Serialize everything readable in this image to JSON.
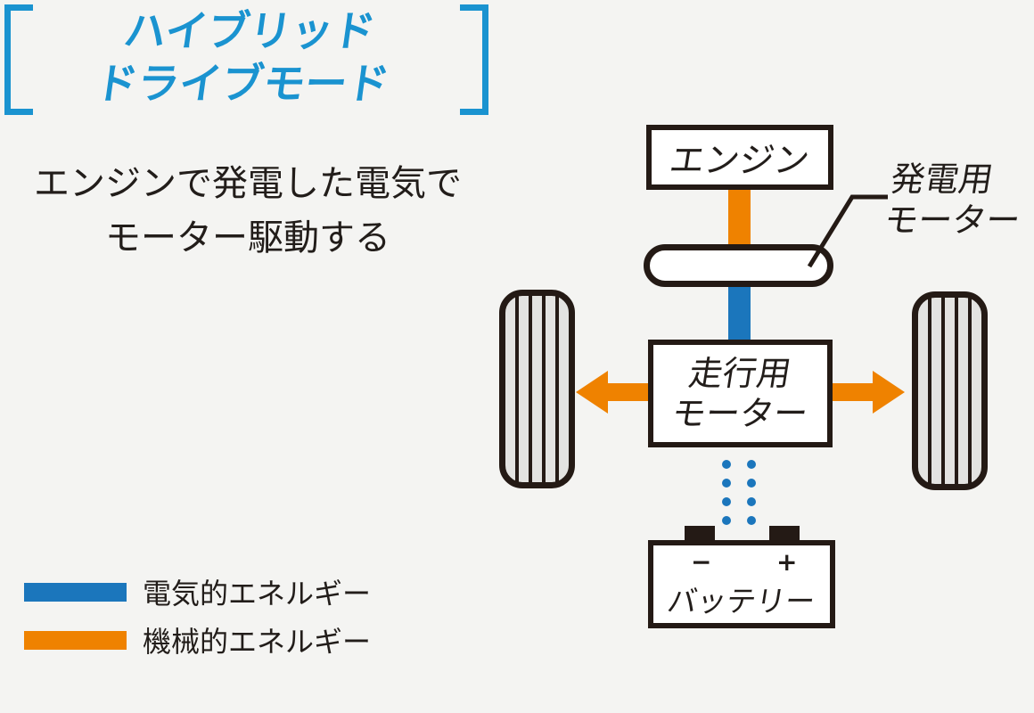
{
  "figure": {
    "title_line1": "ハイブリッド",
    "title_line2": "ドライブモード",
    "description_line1": "エンジンで発電した電気で",
    "description_line2": "モーター駆動する"
  },
  "diagram": {
    "engine_box_label": "エンジン",
    "generator_callout_line1": "発電用",
    "generator_callout_line2": "モーター",
    "drive_motor_line1": "走行用",
    "drive_motor_line2": "モーター",
    "battery_label": "バッテリー",
    "battery_minus_terminal": "−",
    "battery_plus_terminal": "+"
  },
  "legend": {
    "items": [
      {
        "label": "電気的エネルギー",
        "color": "#1b76bc"
      },
      {
        "label": "機械的エネルギー",
        "color": "#ef8200"
      }
    ]
  },
  "colors": {
    "background": "#f4f4f2",
    "title_blue": "#1a93d0",
    "electric_blue": "#1b76bc",
    "mechanical_orange": "#ef8200",
    "outline": "#241a15",
    "tire_fill": "#e3e3e1",
    "box_fill": "#ffffff"
  }
}
